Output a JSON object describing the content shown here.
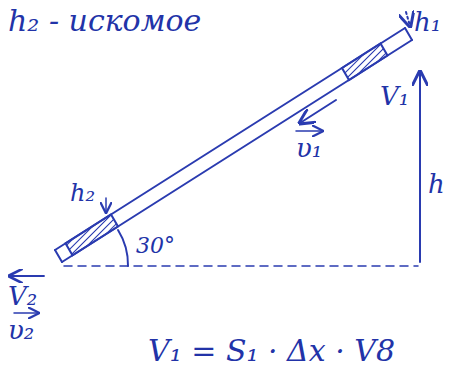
{
  "diagram": {
    "labels": [
      "h₂ - искомое",
      "h₁",
      "V₁",
      "υ₁",
      "h",
      "h₂",
      "30°",
      "V₂",
      "υ₂",
      "V₁ = S₁ · Δx · V8"
    ]
  }
}
